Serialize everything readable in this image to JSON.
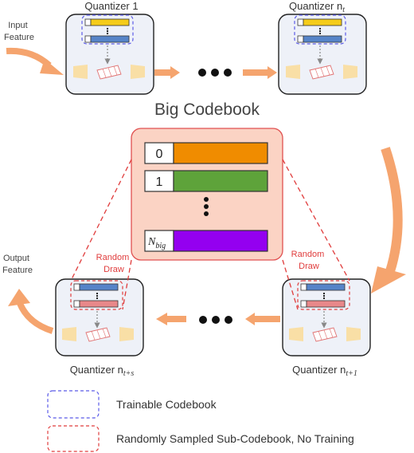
{
  "diagram": {
    "title": "Big Codebook",
    "codebook_rows": [
      {
        "label": "0",
        "color": "#f08c00"
      },
      {
        "label": "1",
        "color": "#5ea33a"
      },
      {
        "label_main": "N",
        "label_sub": "big",
        "color": "#9400f0"
      }
    ],
    "quantizers": {
      "q1": {
        "main": "Quantizer 1",
        "sub": ""
      },
      "qnt": {
        "main": "Quantizer n",
        "sub": "t"
      },
      "qnts": {
        "main": "Quantizer n",
        "sub": "t+s"
      },
      "qnt1": {
        "main": "Quantizer n",
        "sub": "t+1"
      }
    },
    "input_label": [
      "Input",
      "Feature"
    ],
    "output_label": [
      "Output",
      "Feature"
    ],
    "random_draw_label": [
      "Random",
      "Draw"
    ],
    "legend": [
      {
        "text": "Trainable Codebook",
        "color": "#5b5be8"
      },
      {
        "text": "Randomly Sampled Sub-Codebook, No Training",
        "color": "#e03c3c"
      }
    ],
    "colors": {
      "orange_arrow": "#f5a46e",
      "trainable_dash": "#5b5be8",
      "random_dash": "#e03c3c",
      "codebook_bg": "#fbd3c4",
      "codebook_border": "#e05050",
      "module_bg": "#eef1f8",
      "yellow_bar": "#f5cc1a",
      "blue_bar": "#5684c8",
      "pink_bar": "#e8888a"
    }
  }
}
